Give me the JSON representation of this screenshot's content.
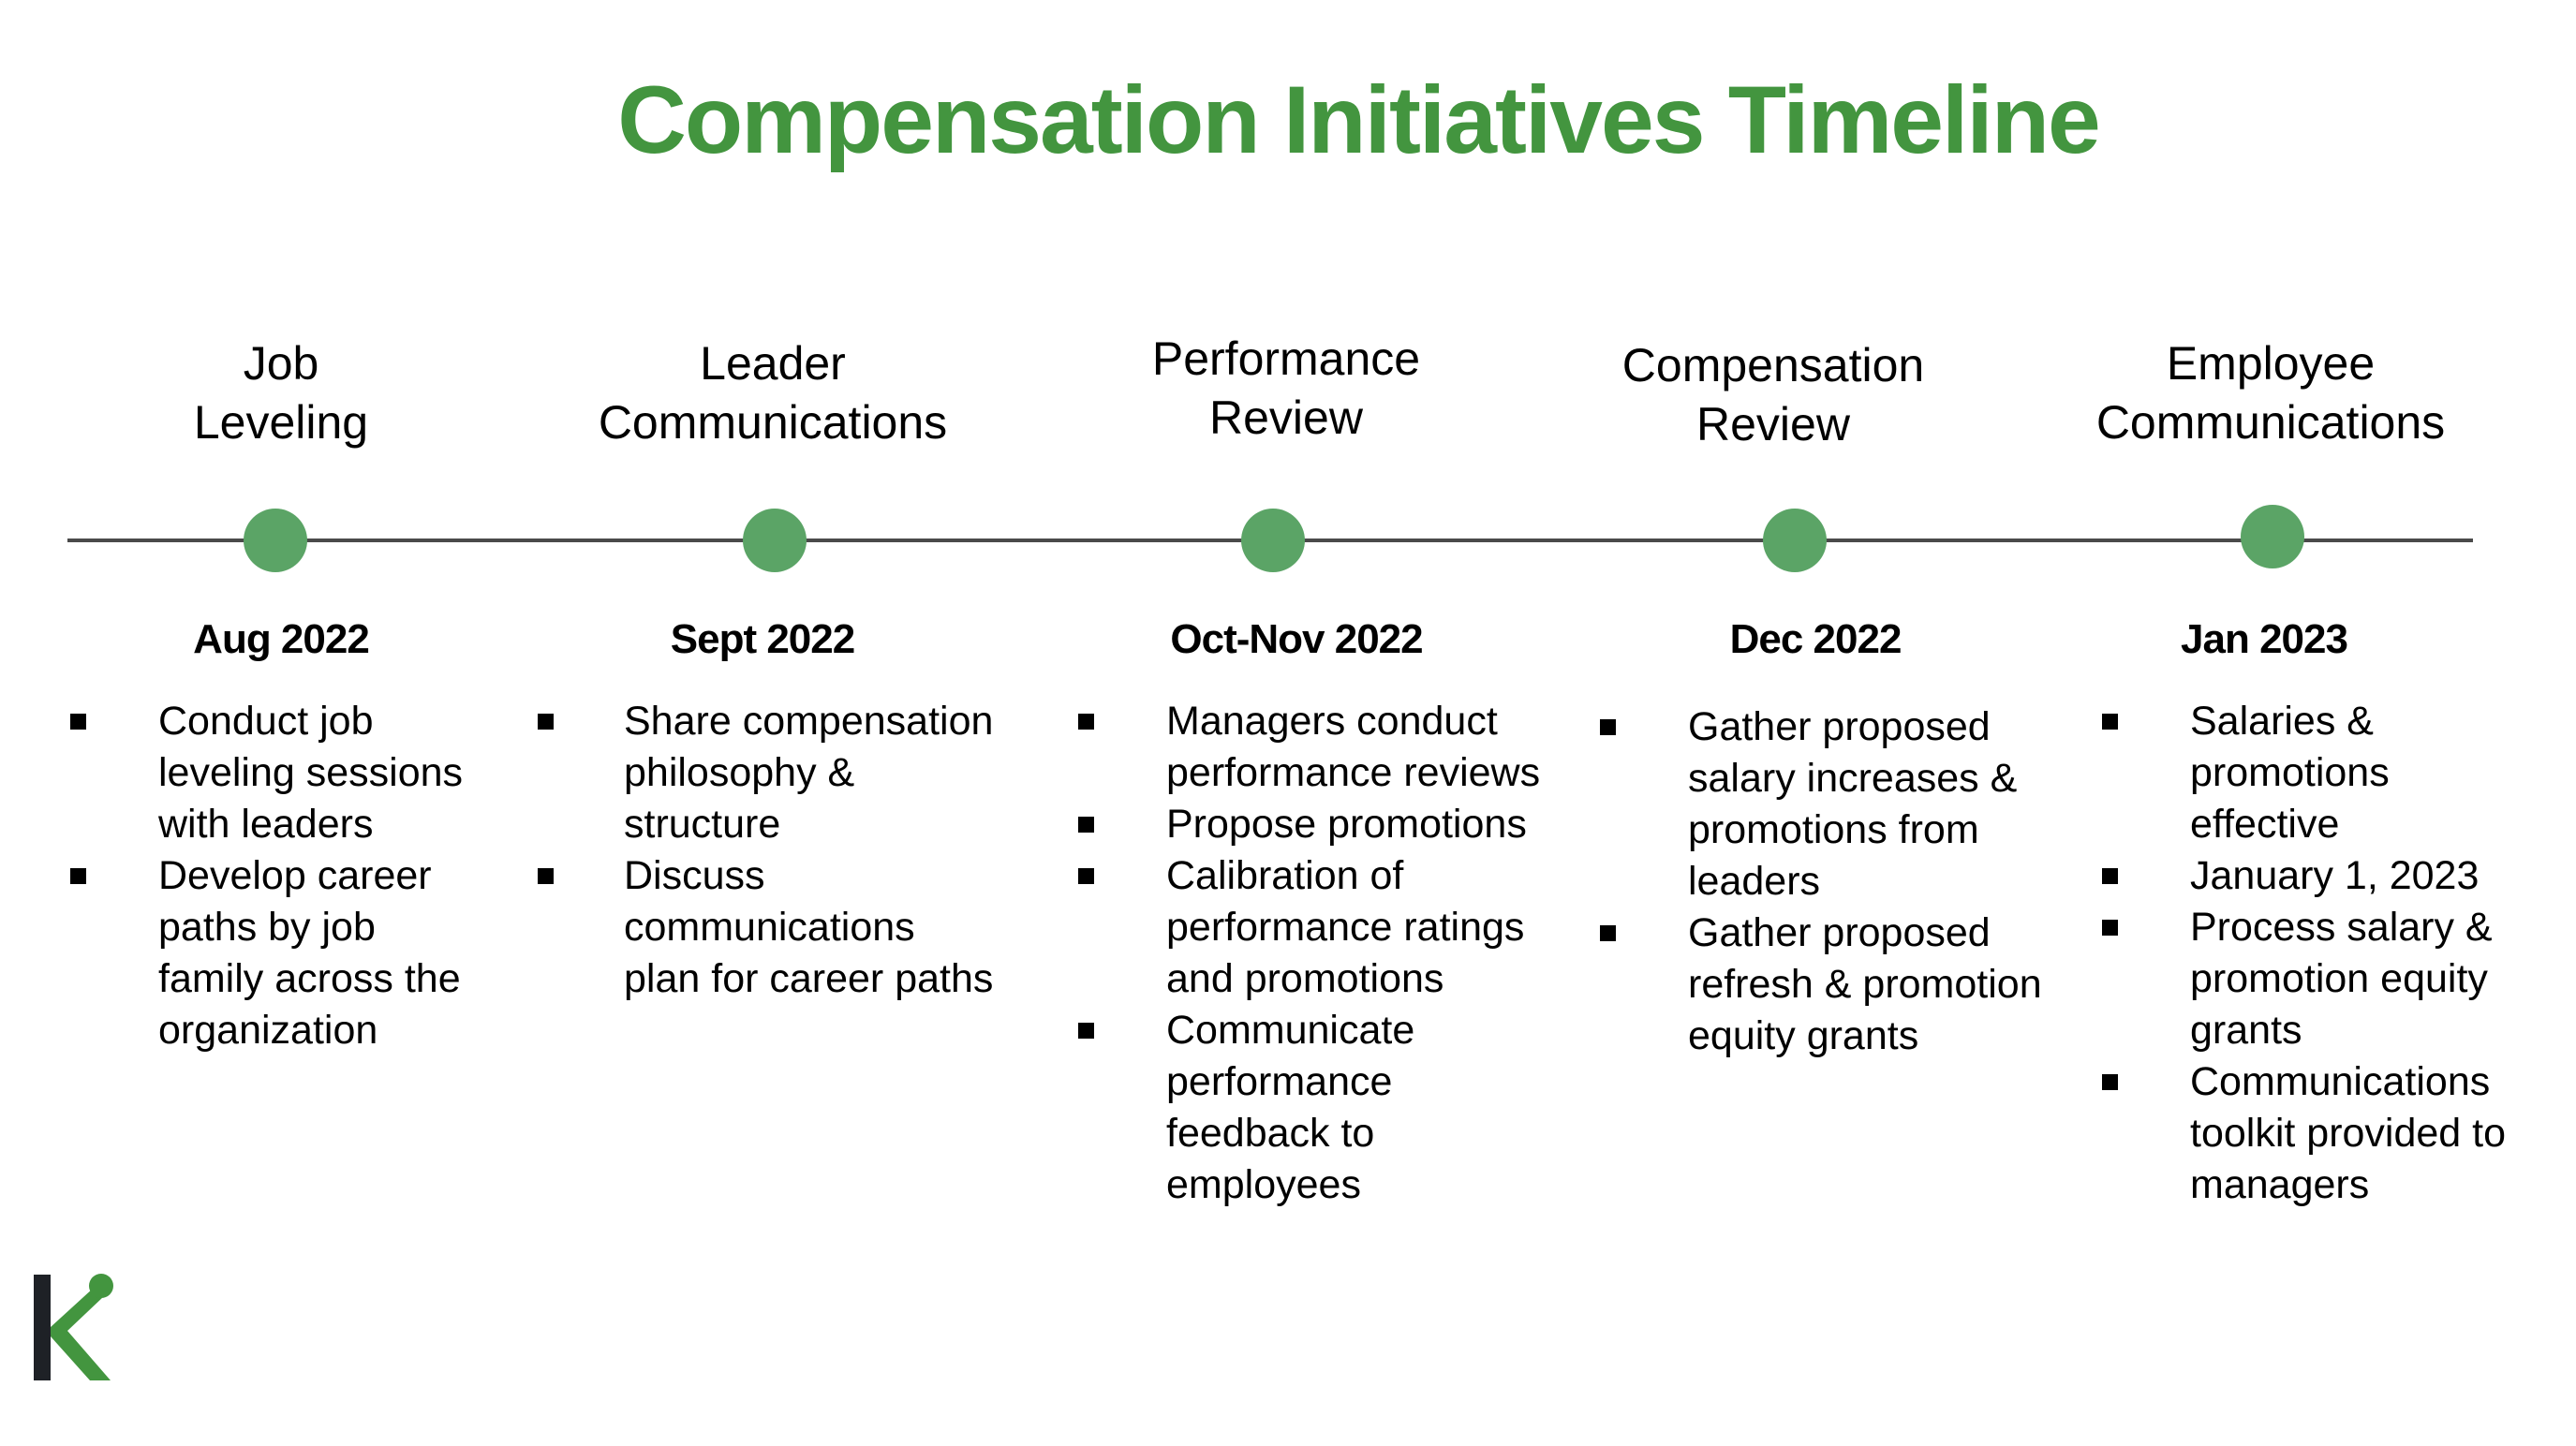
{
  "title": "Compensation Initiatives Timeline",
  "colors": {
    "title_green": "#43953f",
    "node_green": "#5ba466",
    "line_gray": "#4a4a4a",
    "logo_dark": "#1e2126",
    "logo_green": "#43953f"
  },
  "logo": {
    "letter": "K",
    "icon": "k-logo-icon"
  },
  "phases": [
    {
      "title": "Job\nLeveling",
      "date": "Aug 2022",
      "bullets": [
        "Conduct job\nleveling sessions\nwith leaders",
        "Develop career\npaths by job\nfamily across the\norganization"
      ]
    },
    {
      "title": "Leader\nCommunications",
      "date": "Sept 2022",
      "bullets": [
        "Share compensation\nphilosophy &\nstructure",
        "Discuss\ncommunications\nplan for career paths"
      ]
    },
    {
      "title": "Performance\nReview",
      "date": "Oct-Nov 2022",
      "bullets": [
        "Managers conduct\nperformance reviews",
        "Propose promotions",
        "Calibration of\nperformance ratings\nand promotions",
        "Communicate\nperformance\nfeedback to\nemployees"
      ]
    },
    {
      "title": "Compensation\nReview",
      "date": "Dec 2022",
      "bullets": [
        "Gather proposed\nsalary increases &\npromotions from\nleaders",
        "Gather proposed\nrefresh & promotion\nequity grants"
      ]
    },
    {
      "title": "Employee\nCommunications",
      "date": "Jan 2023",
      "bullets": [
        "Salaries &\npromotions\neffective",
        "January 1, 2023",
        "Process salary &\npromotion equity\ngrants",
        "Communications\ntoolkit provided to\nmanagers"
      ]
    }
  ]
}
